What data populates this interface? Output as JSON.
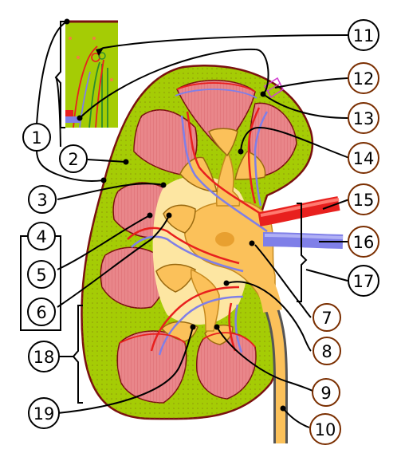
{
  "colors": {
    "cortex": "#a5cc05",
    "capsule": "#7a1010",
    "pyramid": "#e9868a",
    "pelvis": "#fbc15a",
    "pelvis_light": "#fde6a2",
    "artery": "#e8201e",
    "vein": "#7f7fe8",
    "label_brown": "#7a2e00",
    "label_black": "#000000"
  },
  "labels": [
    {
      "id": "1",
      "text": "1",
      "color": "#000000"
    },
    {
      "id": "2",
      "text": "2",
      "color": "#000000"
    },
    {
      "id": "3",
      "text": "3",
      "color": "#000000"
    },
    {
      "id": "4",
      "text": "4",
      "color": "#000000"
    },
    {
      "id": "5",
      "text": "5",
      "color": "#000000"
    },
    {
      "id": "6",
      "text": "6",
      "color": "#000000"
    },
    {
      "id": "7",
      "text": "7",
      "color": "#7a2e00"
    },
    {
      "id": "8",
      "text": "8",
      "color": "#7a2e00"
    },
    {
      "id": "9",
      "text": "9",
      "color": "#7a2e00"
    },
    {
      "id": "10",
      "text": "10",
      "color": "#7a2e00"
    },
    {
      "id": "11",
      "text": "11",
      "color": "#000000"
    },
    {
      "id": "12",
      "text": "12",
      "color": "#7a2e00"
    },
    {
      "id": "13",
      "text": "13",
      "color": "#7a2e00"
    },
    {
      "id": "14",
      "text": "14",
      "color": "#7a2e00"
    },
    {
      "id": "15",
      "text": "15",
      "color": "#7a2e00"
    },
    {
      "id": "16",
      "text": "16",
      "color": "#7a2e00"
    },
    {
      "id": "17",
      "text": "17",
      "color": "#000000"
    },
    {
      "id": "18",
      "text": "18",
      "color": "#000000"
    },
    {
      "id": "19",
      "text": "19",
      "color": "#000000"
    }
  ]
}
